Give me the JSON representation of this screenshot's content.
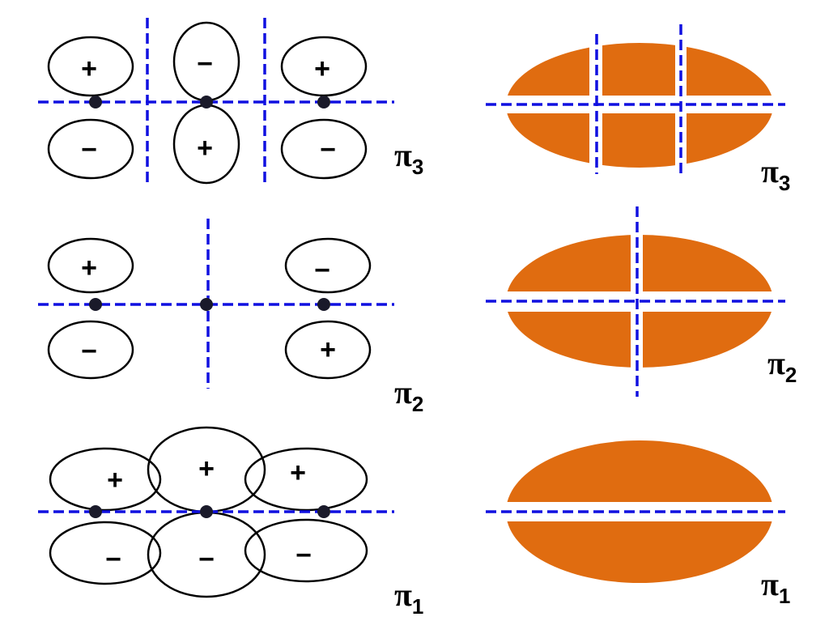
{
  "colors": {
    "orbital_fill": "#e06c10",
    "node_line": "#1010e0"
  },
  "rows": [
    {
      "name": "pi3",
      "label": "π",
      "subscript": "3",
      "signs_top": [
        "+",
        "−",
        "+"
      ],
      "signs_bottom": [
        "−",
        "+",
        "−"
      ]
    },
    {
      "name": "pi2",
      "label": "π",
      "subscript": "2",
      "signs_top": [
        "+",
        "−"
      ],
      "signs_bottom": [
        "−",
        "+"
      ]
    },
    {
      "name": "pi1",
      "label": "π",
      "subscript": "1",
      "signs_top": [
        "+",
        "+",
        "+"
      ],
      "signs_bottom": [
        "−",
        "−",
        "−"
      ]
    }
  ]
}
